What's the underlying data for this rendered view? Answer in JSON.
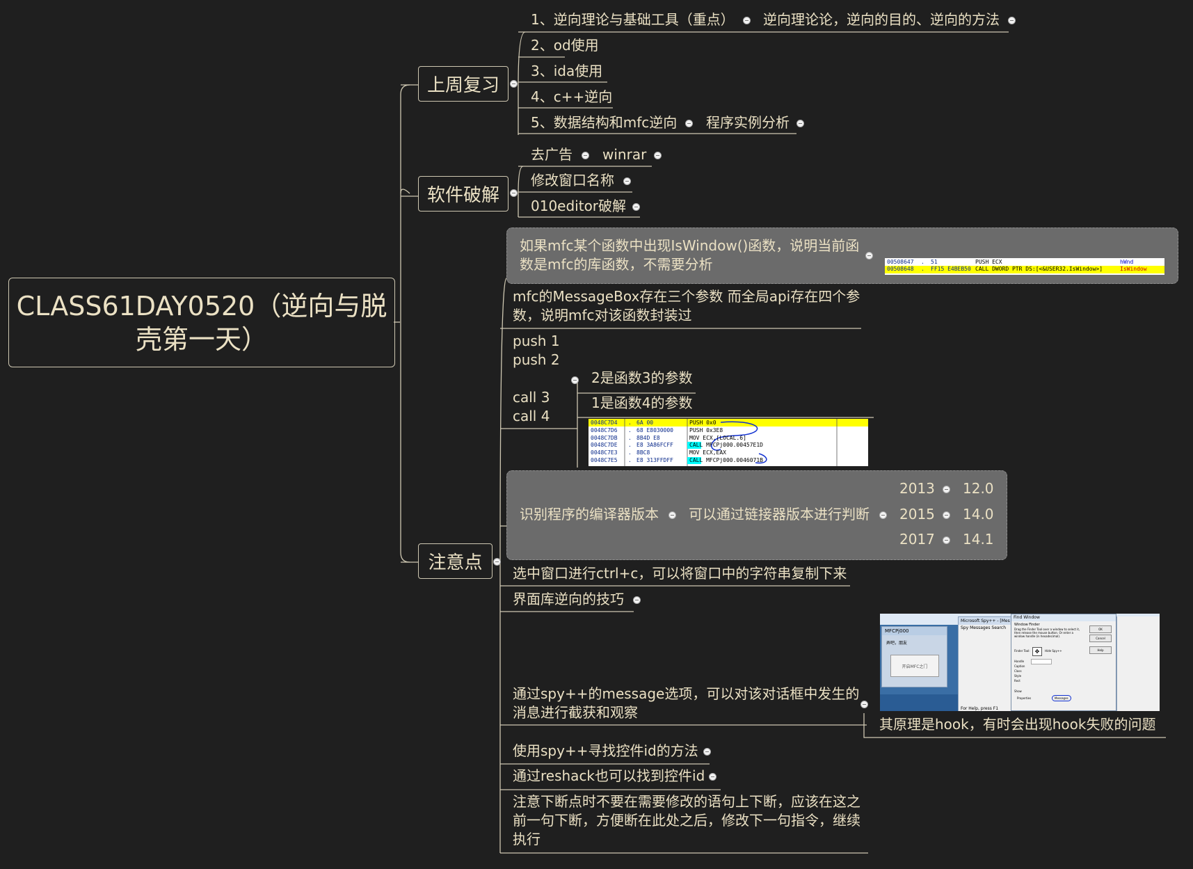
{
  "root": {
    "line1": "CLASS61DAY0520（逆向与脱",
    "line2": "壳第一天）"
  },
  "branches": {
    "review": {
      "label": "上周复习",
      "items": [
        {
          "text": "1、逆向理论与基础工具（重点）",
          "child": "逆向理论论，逆向的目的、逆向的方法"
        },
        {
          "text": "2、od使用"
        },
        {
          "text": "3、ida使用"
        },
        {
          "text": "4、c++逆向"
        },
        {
          "text": "5、数据结构和mfc逆向",
          "child": "程序实例分析"
        }
      ]
    },
    "crack": {
      "label": "软件破解",
      "items": [
        {
          "text": "去广告",
          "child": "winrar"
        },
        {
          "text": "修改窗口名称"
        },
        {
          "text": "010editor破解"
        }
      ]
    },
    "notes": {
      "label": "注意点",
      "isWindow": {
        "text1": "如果mfc某个函数中出现IsWindow()函数，说明当前函",
        "text2": "数是mfc的库函数，不需要分析",
        "asm": [
          {
            "addr": "00508647",
            "dot": ".",
            "hex": "51",
            "instr": "PUSH ECX",
            "comment": "hWnd"
          },
          {
            "addr": "00508648",
            "dot": ".",
            "hex": "FF15 E4BEB50",
            "instr": "CALL DWORD PTR DS:[<&USER32.IsWindow>]",
            "comment": "IsWindow"
          }
        ]
      },
      "messageBox": {
        "text1": "mfc的MessageBox存在三个参数 而全局api存在四个参",
        "text2": "数，说明mfc对该函数封装过"
      },
      "pushCall": {
        "lines": [
          "push 1",
          "push  2",
          "call 3",
          "call 4"
        ],
        "notes": [
          "2是函数3的参数",
          "1是函数4的参数"
        ],
        "asm": [
          {
            "addr": "0048C7D4",
            "dot": ".",
            "hex": "6A 00",
            "instr": "PUSH 0x0"
          },
          {
            "addr": "0048C7D6",
            "dot": ".",
            "hex": "68 E8030000",
            "instr": "PUSH 0x3E8"
          },
          {
            "addr": "0048C7DB",
            "dot": ".",
            "hex": "8B4D E8",
            "instr": "MOV ECX,[LOCAL.6]"
          },
          {
            "addr": "0048C7DE",
            "dot": ".",
            "hex": "E8 3A86FCFF",
            "instr": "CALL MFCPj000.00457E1D"
          },
          {
            "addr": "0048C7E3",
            "dot": ".",
            "hex": "8BC8",
            "instr": "MOV ECX,EAX"
          },
          {
            "addr": "0048C7E5",
            "dot": ".",
            "hex": "E8 313FFDFF",
            "instr": "CALL MFCPj000.0046071B"
          }
        ]
      },
      "compiler": {
        "text": "识别程序的编译器版本",
        "child": "可以通过链接器版本进行判断",
        "versions": [
          {
            "year": "2013",
            "ver": "12.0"
          },
          {
            "year": "2015",
            "ver": "14.0"
          },
          {
            "year": "2017",
            "ver": "14.1"
          }
        ]
      },
      "ctrlC": "选中窗口进行ctrl+c，可以将窗口中的字符串复制下来",
      "uiTrick": "界面库逆向的技巧",
      "spy": {
        "text1": "通过spy++的message选项，可以对该对话框中发生的",
        "text2": "消息进行截获和观察",
        "child": "其原理是hook，有时会出现hook失败的问题",
        "screenshot": {
          "dlgTitle": "MFCPj000",
          "dlgText": "弄吧，朋友",
          "dlgBtn": "开启MFC之门",
          "spyTitle": "Microsoft Spy++ - [Mes",
          "spyMenu": "Spy  Messages  Search",
          "findTitle": "Find Window",
          "finderLabel": "Window Finder",
          "finderDesc": "Drag the Finder Tool over a window to select it, then release the mouse button. Or enter a window handle (in hexadecimal).",
          "finderTool": "Finder Tool:",
          "hideSpy": "Hide Spy++",
          "fields": [
            "Handle",
            "Caption",
            "Class",
            "Style",
            "Rect"
          ],
          "show": "Show",
          "properties": "Properties",
          "messages": "Messages",
          "ok": "OK",
          "cancel": "Cancel",
          "help": "Help",
          "status": "For Help, press F1"
        }
      },
      "spyId": "使用spy++寻找控件id的方法",
      "reshack": "通过reshack也可以找到控件id",
      "breakpoint": {
        "line1": "注意下断点时不要在需要修改的语句上下断，应该在这之",
        "line2": "前一句下断，方便断在此处之后，修改下一句指令，继续",
        "line3": "执行"
      }
    }
  },
  "colors": {
    "background": "#1f1f1f",
    "text": "#ebe1c4",
    "line": "#cfc8b2",
    "summaryBox": "#6b6b6b"
  }
}
